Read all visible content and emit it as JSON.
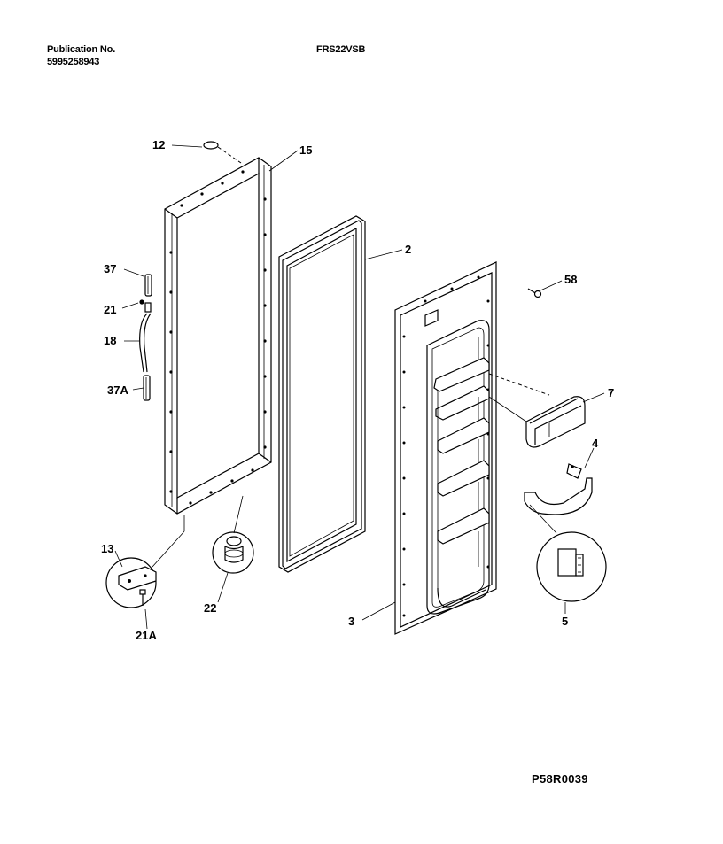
{
  "header": {
    "publication_label": "Publication No.",
    "publication_number": "5995258943",
    "model": "FRS22VSB"
  },
  "footer": {
    "diagram_code": "P58R0039"
  },
  "callouts": {
    "c12": "12",
    "c15": "15",
    "c2": "2",
    "c37": "37",
    "c21": "21",
    "c18": "18",
    "c37a": "37A",
    "c58": "58",
    "c7": "7",
    "c4": "4",
    "c13": "13",
    "c22": "22",
    "c21a": "21A",
    "c3": "3",
    "c5": "5"
  }
}
